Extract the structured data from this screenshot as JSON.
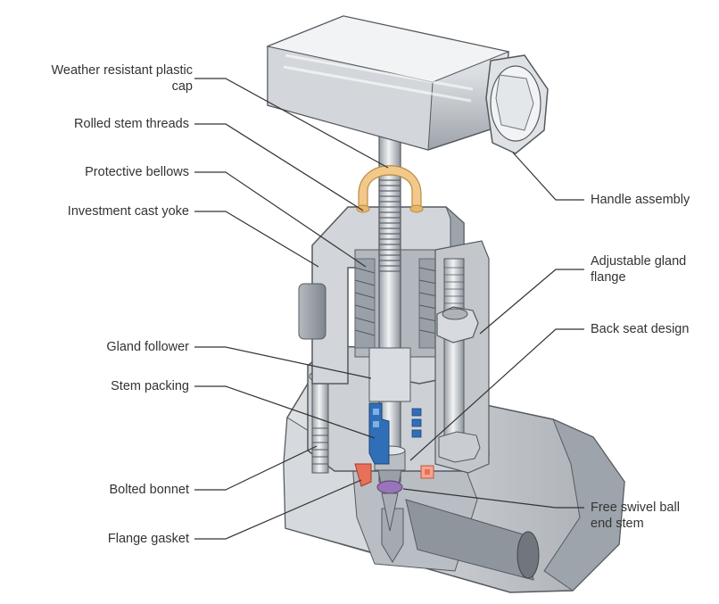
{
  "diagram": {
    "left_labels": [
      {
        "id": "cap",
        "lines": [
          "Weather resistant plastic",
          "cap"
        ]
      },
      {
        "id": "threads",
        "lines": [
          "Rolled stem threads"
        ]
      },
      {
        "id": "bellows",
        "lines": [
          "Protective bellows"
        ]
      },
      {
        "id": "yoke",
        "lines": [
          "Investment cast yoke"
        ]
      },
      {
        "id": "follower",
        "lines": [
          "Gland follower"
        ]
      },
      {
        "id": "packing",
        "lines": [
          "Stem packing"
        ]
      },
      {
        "id": "bonnet",
        "lines": [
          "Bolted bonnet"
        ]
      },
      {
        "id": "gasket",
        "lines": [
          "Flange gasket"
        ]
      }
    ],
    "right_labels": [
      {
        "id": "handle",
        "lines": [
          "Handle assembly"
        ]
      },
      {
        "id": "flange",
        "lines": [
          "Adjustable gland",
          "flange"
        ]
      },
      {
        "id": "backseat",
        "lines": [
          "Back seat design"
        ]
      },
      {
        "id": "swivel",
        "lines": [
          "Free swivel ball",
          "end stem"
        ]
      }
    ]
  },
  "colors": {
    "metal_light": "#e9ebee",
    "metal_mid": "#c9cdd2",
    "metal_dark": "#8f959c",
    "outline": "#555a60",
    "cap_tan": "#f2c98a",
    "packing_blue": "#2f6fb8",
    "gasket_red": "#e8705a",
    "ball_purple": "#9a74b8",
    "leader_line": "#333333"
  }
}
